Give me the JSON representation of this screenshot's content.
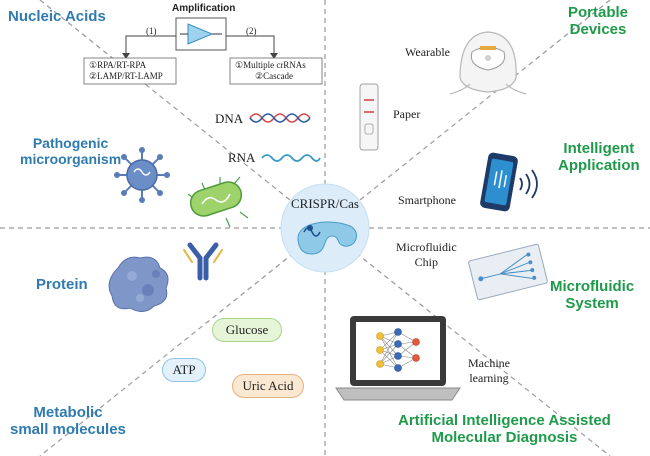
{
  "center": {
    "label": "CRISPR/Cas"
  },
  "sections": {
    "nucleic_acids": "Nucleic Acids",
    "pathogenic_line1": "Pathogenic",
    "pathogenic_line2": "microorganism",
    "protein": "Protein",
    "metabolic_line1": "Metabolic",
    "metabolic_line2": "small molecules",
    "portable_line1": "Portable",
    "portable_line2": "Devices",
    "intelligent_line1": "Intelligent",
    "intelligent_line2": "Application",
    "microfluidic_line1": "Microfluidic",
    "microfluidic_line2": "System",
    "ai_line1": "Artificial Intelligence Assisted",
    "ai_line2": "Molecular Diagnosis"
  },
  "amplification": {
    "title": "Amplification",
    "step1": "(1)",
    "step2": "(2)",
    "left_line1": "①RPA/RT-RPA",
    "left_line2": "②LAMP/RT-LAMP",
    "right_line1": "①Multiple crRNAs",
    "right_line2": "②Cascade"
  },
  "labels": {
    "dna": "DNA",
    "rna": "RNA",
    "glucose": "Glucose",
    "atp": "ATP",
    "uric_acid": "Uric Acid",
    "wearable": "Wearable",
    "paper": "Paper",
    "smartphone": "Smartphone",
    "microfluidic_chip_line1": "Microfluidic",
    "microfluidic_chip_line2": "Chip",
    "ml_line1": "Machine",
    "ml_line2": "learning"
  },
  "colors": {
    "section_left": "#2f7bb0",
    "section_right": "#1f9a4a",
    "center_circle": "#dcecf8",
    "glucose_pill": "#e6f5d8",
    "atp_pill": "#e2f1fb",
    "uric_pill": "#fbe8d2"
  },
  "icons": [
    "face-mask-icon",
    "test-strip-icon",
    "smartphone-icon",
    "microfluidic-chip-icon",
    "laptop-neural-network-icon",
    "virus-icon",
    "bacterium-icon",
    "antibody-icon",
    "protein-icon",
    "dna-icon",
    "rna-icon",
    "cas-protein-icon",
    "amplifier-icon"
  ]
}
